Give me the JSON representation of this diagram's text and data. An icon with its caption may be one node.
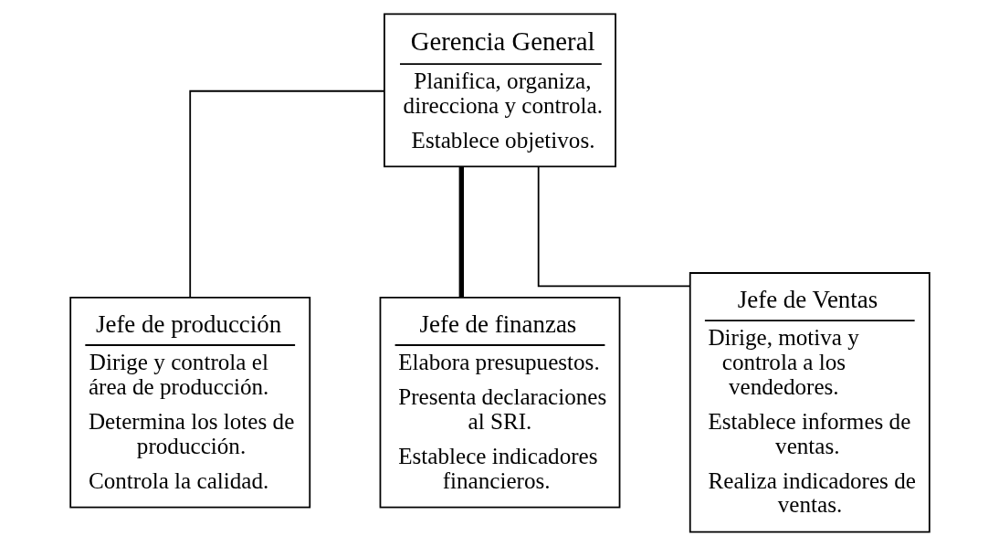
{
  "diagram": {
    "nodes": [
      {
        "text": [
          "Gerencia General",
          "Planifica, organiza, direcciona y controla.",
          "Establece objetivos."
        ]
      },
      {
        "text": [
          "Jefe de producción",
          "Dirige y controla el área de producción.",
          "Determina los lotes de producción.",
          "Controla la calidad."
        ]
      },
      {
        "text": [
          "Jefe de finanzas",
          "Elabora presupuestos.",
          "Presenta declaraciones al SRI.",
          "Establece indicadores financieros."
        ]
      },
      {
        "text": [
          "Jefe de Ventas",
          "Dirige, motiva y controla a los vendedores.",
          "Establece informes de ventas.",
          "Realiza indicadores de ventas."
        ]
      }
    ],
    "edges": [
      {
        "from": 0,
        "to": 1,
        "arrow": "none"
      },
      {
        "from": 0,
        "to": 2,
        "arrow": "none",
        "style": "thick"
      },
      {
        "from": 0,
        "to": 3,
        "arrow": "none"
      }
    ]
  }
}
